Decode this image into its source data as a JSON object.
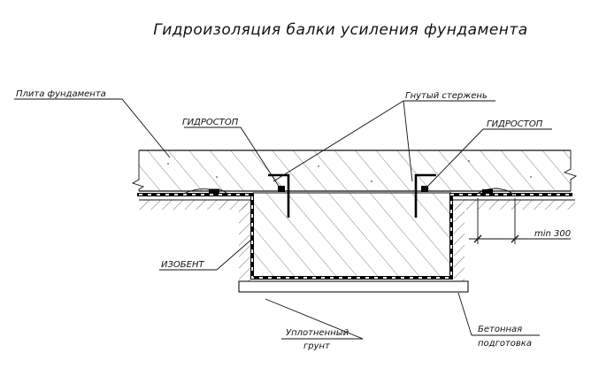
{
  "title": "Гидроизоляция балки усиления фундамента",
  "labels": {
    "plate": "Плита фундамента",
    "bent_rod": "Гнутый стержень",
    "hydrostop_left": "ГИДРОСТОП",
    "hydrostop_right": "ГИДРОСТОП",
    "isobent": "ИЗОБЕНТ",
    "dimension": "min 300",
    "soil_line1": "Уплотненный",
    "soil_line2": "грунт",
    "concrete_line1": "Бетонная",
    "concrete_line2": "подготовка"
  },
  "colors": {
    "line": "#111111",
    "background": "#ffffff"
  }
}
